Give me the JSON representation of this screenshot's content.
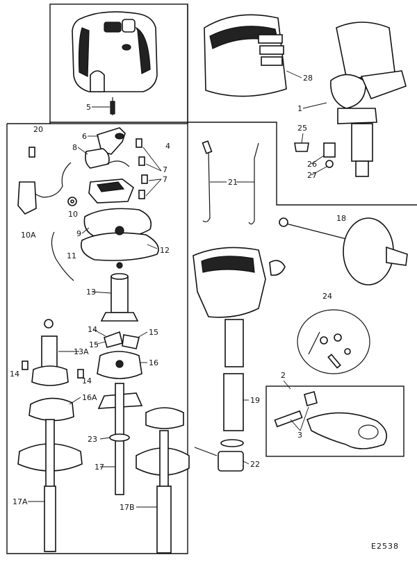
{
  "labels": {
    "l1": "1",
    "l2": "2",
    "l3": "3",
    "l4": "4",
    "l5": "5",
    "l6": "6",
    "l7a": "7",
    "l7b": "7",
    "l8": "8",
    "l9": "9",
    "l10": "10",
    "l10a": "10A",
    "l11": "11",
    "l12": "12",
    "l13": "13",
    "l13a": "13A",
    "l14a": "14",
    "l14b": "14",
    "l14c": "14",
    "l15a": "15",
    "l15b": "15",
    "l16": "16",
    "l16a": "16A",
    "l17": "17",
    "l17a": "17A",
    "l17b": "17B",
    "l18": "18",
    "l19": "19",
    "l20": "20",
    "l21": "21",
    "l22": "22",
    "l23": "23",
    "l24": "24",
    "l25": "25",
    "l26": "26",
    "l27": "27",
    "l28": "28"
  },
  "figure_code": "E2538"
}
